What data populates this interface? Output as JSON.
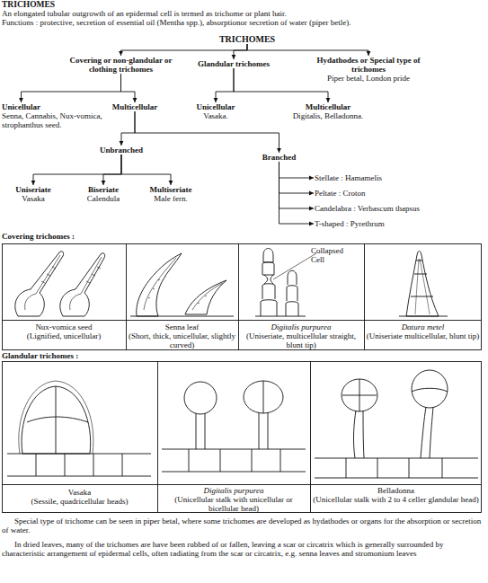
{
  "diagram": {
    "title": "TRICHOMES",
    "nodes": [
      {
        "text": [
          "TRICHOMES"
        ]
      },
      {
        "text": [
          "Covering or non-glandular or clothing trichomes"
        ]
      },
      {
        "text": [
          "Glandular trichomes"
        ]
      },
      {
        "text": [
          "Hydathodes or Special type of trichomes",
          "Piper betal, London pride"
        ]
      },
      {
        "text": [
          "Unicellular",
          "Senna, Cannabis, Nux-vomica, strophanthus seed."
        ]
      },
      {
        "text": [
          "Multicellular"
        ]
      },
      {
        "text": [
          "Unicellular",
          "Vasaka."
        ]
      },
      {
        "text": [
          "Multicellular",
          "Digitalis, Belladonna."
        ]
      },
      {
        "text": [
          "Unbranched"
        ]
      },
      {
        "text": [
          "Branched"
        ]
      },
      {
        "text": [
          "Uniseriate",
          "Vasaka"
        ]
      },
      {
        "text": [
          "Biseriate",
          "Calendula"
        ]
      },
      {
        "text": [
          "Multiseriate",
          "Male fern."
        ]
      },
      {
        "text": [
          "Stellate : Hamamelis"
        ]
      },
      {
        "text": [
          "Peltate : Croton"
        ]
      },
      {
        "text": [
          "Candelabra : Verbascum thapsus"
        ]
      },
      {
        "text": [
          "T-shaped : Pyrethrum"
        ]
      }
    ],
    "edges": [
      {
        "from": 0,
        "to": 1,
        "arrow": "to"
      },
      {
        "from": 0,
        "to": 2,
        "arrow": "to"
      },
      {
        "from": 0,
        "to": 3,
        "arrow": "to"
      },
      {
        "from": 1,
        "to": 4,
        "arrow": "to"
      },
      {
        "from": 1,
        "to": 5,
        "arrow": "to"
      },
      {
        "from": 2,
        "to": 6,
        "arrow": "to"
      },
      {
        "from": 2,
        "to": 7,
        "arrow": "to"
      },
      {
        "from": 5,
        "to": 8,
        "arrow": "to"
      },
      {
        "from": 5,
        "to": 9,
        "arrow": "to"
      },
      {
        "from": 8,
        "to": 10,
        "arrow": "to"
      },
      {
        "from": 8,
        "to": 11,
        "arrow": "to"
      },
      {
        "from": 8,
        "to": 12,
        "arrow": "to"
      },
      {
        "from": 9,
        "to": 13,
        "arrow": "to"
      },
      {
        "from": 9,
        "to": 14,
        "arrow": "to"
      },
      {
        "from": 9,
        "to": 15,
        "arrow": "to"
      },
      {
        "from": 9,
        "to": 16,
        "arrow": "to"
      }
    ],
    "labels": [
      "An elongated tubular outgrowth of an epidermal cell is termed as trichome or plant hair.",
      "Functions : protective, secretion of essential oil (Mentha spp.), absorptionor secretion of water (piper betle).",
      "Covering trichomes :",
      "Collapsed Cell",
      "Nux-vomica seed",
      "(Lignified, unicellular)",
      "Senna leaf",
      "(Short, thick, unicellular, slightly curved)",
      "Digitalis purpurea",
      "(Uniseriate, multicellular straight, blunt tip)",
      "Datura metel",
      "(Uniseriate multicellular, blunt tip)",
      "Glandular trichomes :",
      "Vasaka",
      "(Sessile, quadricellular heads)",
      "Digitalis purpurea",
      "(Unicellular stalk with unicellular or bicellular head)",
      "Belladonna",
      "(Unicellular stalk with 2 to 4 celler glandular head)",
      "Special type of trichome can be seen in piper betal, where some trichomes are developed as hydathodes or organs for the absorption or secretion of water.",
      "In dried leaves, many of the trichomes are have been rubbed of or fallen, leaving a scar or circatrix which is generally surrounded by characteristic arrangement of epidermal cells, often radiating from the scar or circatrix, e.g. senna leaves and stromonium leaves"
    ]
  }
}
